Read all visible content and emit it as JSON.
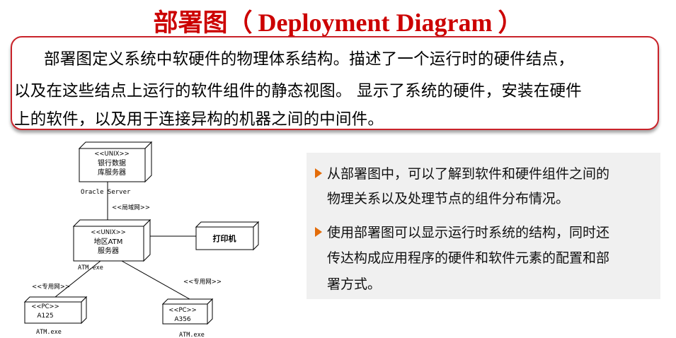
{
  "title": {
    "cn": "部署图",
    "open": "（",
    "en": "Deployment Diagram",
    "close": "）"
  },
  "definition": {
    "line1": "部署图定义系统中软硬件的物理体系结构。描述了一个运行时的硬件结点，",
    "line2": "以及在这些结点上运行的软件组件的静态视图。 显示了系统的硬件，安装在硬件",
    "line3": "上的软件，以及用于连接异构的机器之间的中间件。"
  },
  "bullets": {
    "b1_line1": "从部署图中，可以了解到软件和硬件组件之间的",
    "b1_line2": "物理关系以及处理节点的组件分布情况。",
    "b2_line1": "使用部署图可以显示运行时系统的结构，同时还",
    "b2_line2": "传达构成应用程序的硬件和软件元素的配置和部",
    "b2_line3": "署方式。"
  },
  "diagram": {
    "bank_stereo": "<<UNIX>>",
    "bank_name1": "银行数据",
    "bank_name2": "库服务器",
    "oracle": "Oracle Server",
    "lan": "<<局域网>>",
    "atm_stereo": "<<UNIX>>",
    "atm_name1": "地区ATM",
    "atm_name2": "服务器",
    "atm_exe": "ATM.exe",
    "printer": "打印机",
    "net_left": "<<专用网>>",
    "net_right": "<<专用网>>",
    "pc1_stereo": "<<PC>>",
    "pc1_name": "A125",
    "pc1_exe": "ATM.exe",
    "pc2_stereo": "<<PC>>",
    "pc2_name": "A356",
    "pc2_exe": "ATM.exe"
  }
}
